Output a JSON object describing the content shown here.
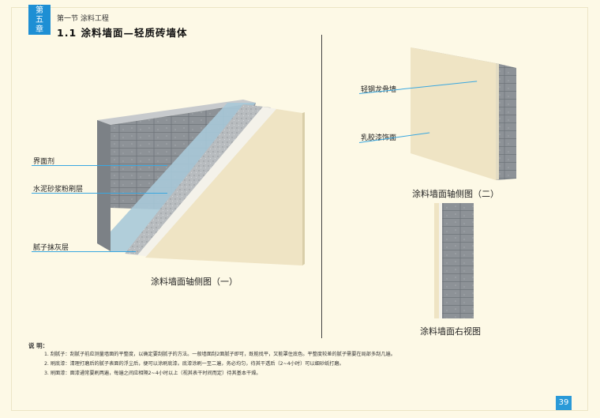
{
  "header": {
    "chapter_chars": [
      "第",
      "五",
      "章"
    ],
    "section": "第一节  涂料工程",
    "title": "1.1  涂料墙面—轻质砖墙体"
  },
  "figure1": {
    "caption": "涂料墙面轴侧图（一）",
    "labels": [
      "界面剂",
      "水泥砂浆粉刷层",
      "腻子抹灰层"
    ]
  },
  "figure2": {
    "caption": "涂料墙面轴侧图（二）",
    "labels": [
      "轻钢龙骨墙",
      "乳胶漆饰面"
    ]
  },
  "figure3": {
    "caption": "涂料墙面右视图"
  },
  "notes": {
    "title": "说  明：",
    "items": [
      "1. 刮腻子：刮腻子前应测量墙面的平整度，以确定要刮腻子的方法。一般墙面刮2面腻子即可，既能找平，又能罩住底色。平整度较差的腻子需要在局部多刮几遍。",
      "2. 刷底漆：清理打磨后的腻子表面的浮尘后，便可以涂刷底漆。底漆涂刷一至二遍，务必均匀，待其干透后（2~4小时）可以细砂纸打磨。",
      "3. 刷面漆：面漆通常要刷两遍，每遍之间应相隔2~4小时以上（视其表干时间而定）待其基本干燥。"
    ]
  },
  "page_number": "39",
  "colors": {
    "accent": "#1e8fd4",
    "leader": "#39a7e0",
    "paint": "#efe4c4",
    "page_bg": "#fdf9e6"
  }
}
